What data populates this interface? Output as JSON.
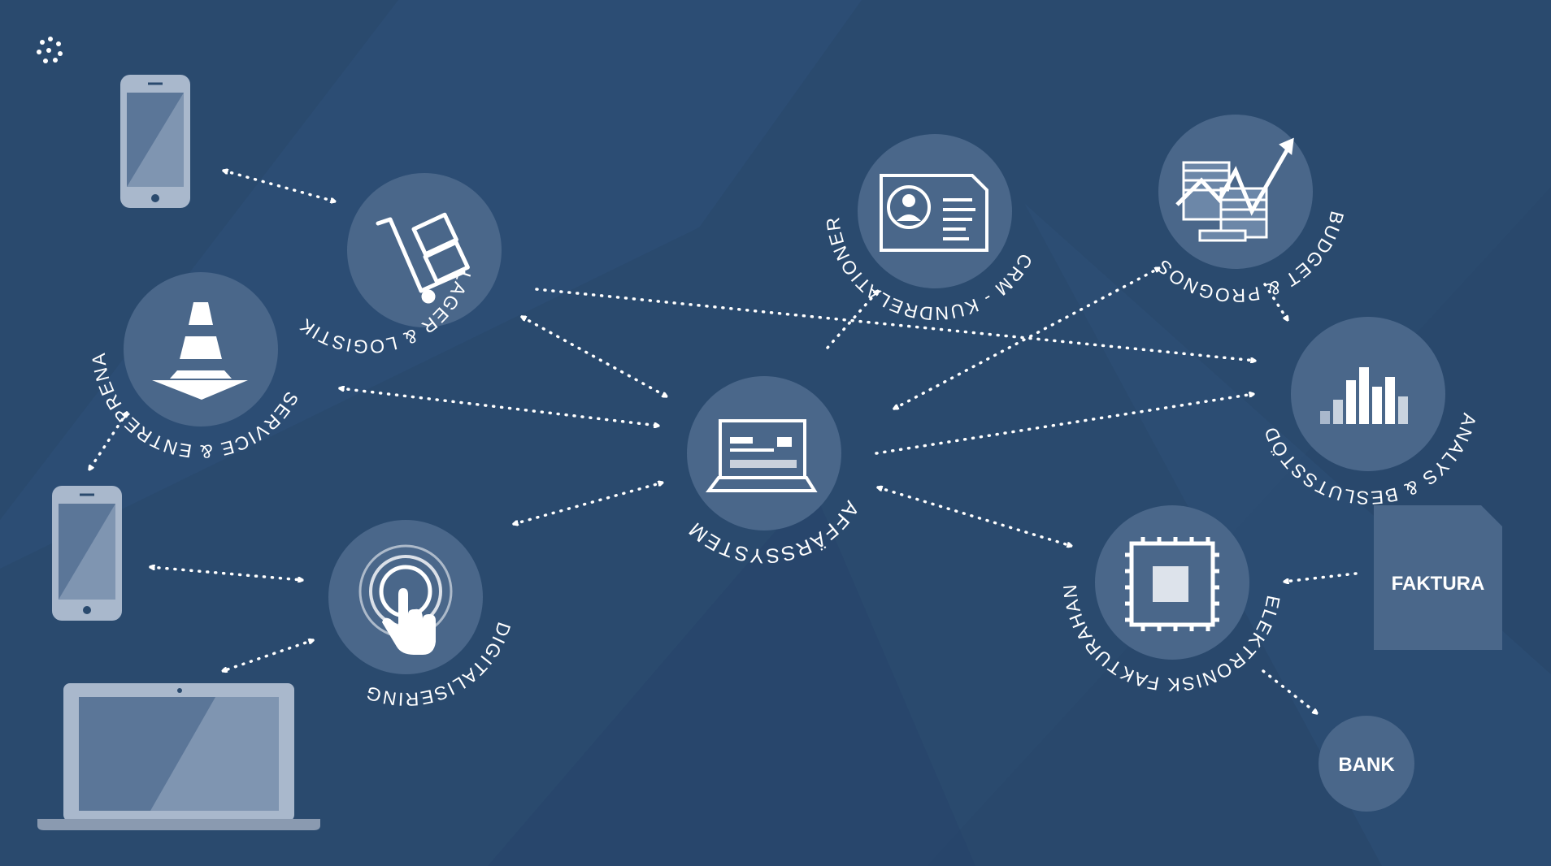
{
  "colors": {
    "background": "#2a4a6e",
    "node_fill": "#4a678a",
    "arrow": "#ffffff",
    "text": "#ffffff",
    "device": "#a9b8cc"
  },
  "nodes": {
    "lager": {
      "label": "LAGER & LOGISTIK",
      "icon": "hand-truck-icon"
    },
    "service": {
      "label": "SERVICE & ENTREPRENAD",
      "icon": "traffic-cone-icon"
    },
    "digitalisering": {
      "label": "DIGITALISERING",
      "icon": "touch-icon"
    },
    "affarssystem": {
      "label": "AFFÄRSSYSTEM",
      "icon": "laptop-icon"
    },
    "crm": {
      "label": "CRM - KUNDRELATIONER",
      "icon": "contact-card-icon"
    },
    "budget": {
      "label": "BUDGET & PROGNOS",
      "icon": "coins-growth-icon"
    },
    "analys": {
      "label": "ANALYS & BESLUTSSTÖD",
      "icon": "bar-chart-icon"
    },
    "elektronisk": {
      "label": "ELEKTRONISK FAKTURAHANTERING",
      "icon": "chip-icon"
    }
  },
  "faktura": {
    "label": "FAKTURA"
  },
  "bank": {
    "label": "BANK"
  },
  "devices": [
    "phone-icon",
    "phone-icon",
    "laptop-device-icon"
  ],
  "logo": "dots-logo-icon"
}
